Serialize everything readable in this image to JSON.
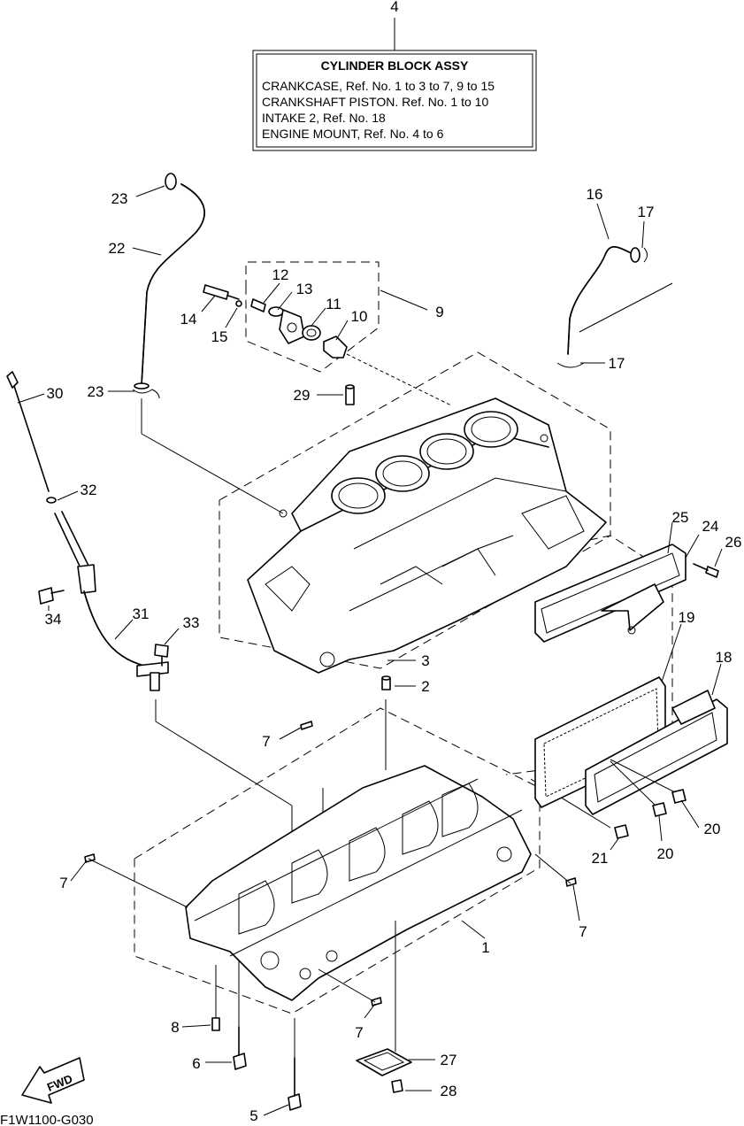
{
  "assembly_box": {
    "title": "CYLINDER BLOCK ASSY",
    "lines": [
      "CRANKCASE, Ref. No. 1 to 3 to 7, 9 to 15",
      "CRANKSHAFT PISTON. Ref. No. 1 to 10",
      "INTAKE  2, Ref. No. 18",
      "ENGINE MOUNT, Ref. No. 4 to 6"
    ]
  },
  "callouts": {
    "c4": "4",
    "c23a": "23",
    "c22": "22",
    "c16": "16",
    "c17a": "17",
    "c12": "12",
    "c13": "13",
    "c11": "11",
    "c10": "10",
    "c9": "9",
    "c14": "14",
    "c15": "15",
    "c17b": "17",
    "c30": "30",
    "c23b": "23",
    "c29": "29",
    "c32": "32",
    "c25": "25",
    "c24": "24",
    "c26": "26",
    "c34": "34",
    "c31": "31",
    "c33": "33",
    "c19": "19",
    "c18": "18",
    "c3": "3",
    "c2": "2",
    "c7a": "7",
    "c20a": "20",
    "c20b": "20",
    "c21": "21",
    "c7b": "7",
    "c7c": "7",
    "c1": "1",
    "c8": "8",
    "c7d": "7",
    "c6": "6",
    "c27": "27",
    "c28": "28",
    "c5": "5"
  },
  "fwd_label": "FWD",
  "figure_code": "F1W1100-G030"
}
